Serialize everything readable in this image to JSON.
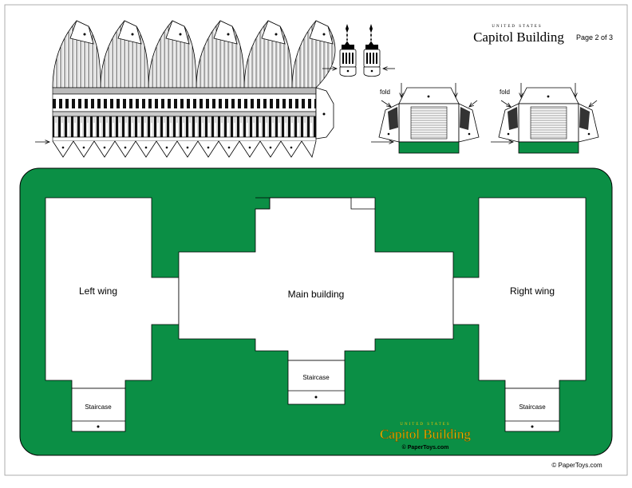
{
  "header": {
    "kicker": "UNITED STATES",
    "title": "Capitol Building",
    "page_label": "Page 2 of 3"
  },
  "fold_labels": [
    "fold",
    "fold"
  ],
  "base": {
    "left_wing": "Left wing",
    "main_building": "Main building",
    "right_wing": "Right wing",
    "staircase_left": "Staircase",
    "staircase_center": "Staircase",
    "staircase_right": "Staircase"
  },
  "logo": {
    "kicker": "UNITED STATES",
    "title": "Capitol Building",
    "credit": "© PaperToys.com"
  },
  "footer": {
    "copyright": "© PaperToys.com"
  },
  "colors": {
    "green": "#0b8f45",
    "gold": "#f2c200"
  }
}
